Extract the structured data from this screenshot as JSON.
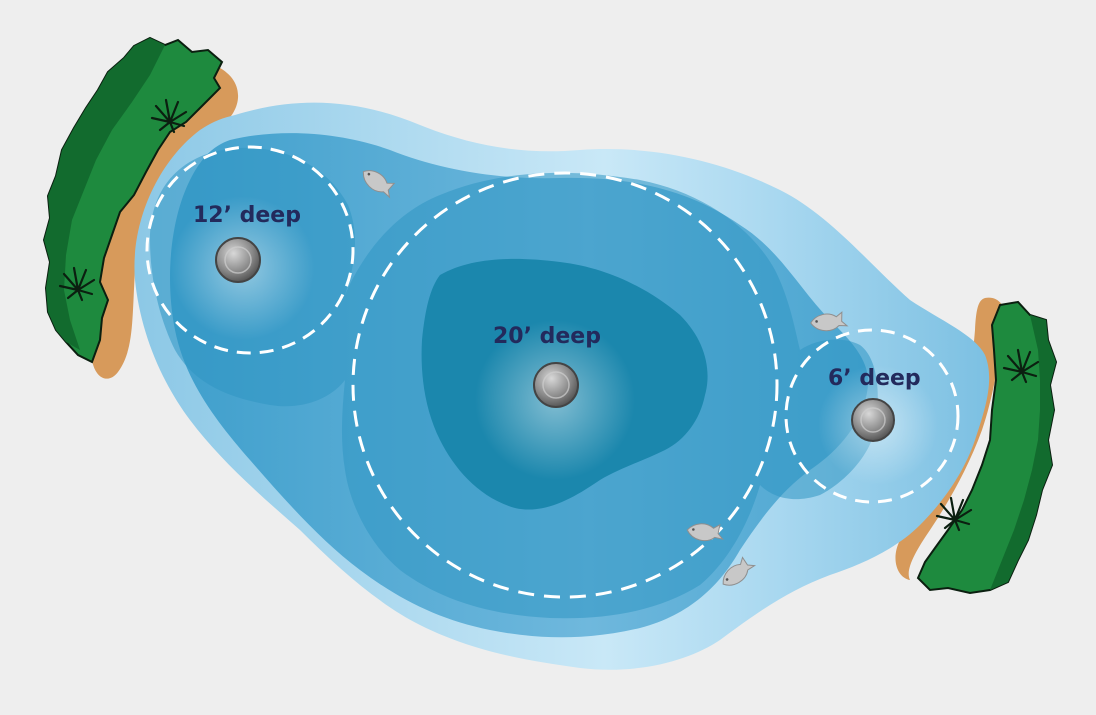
{
  "diagram": {
    "background": "#eeeeee",
    "colors": {
      "water_shallow": "#bfe3f4",
      "water_mid": "#5fb3d8",
      "water_deep": "#3a9cc9",
      "water_deepest": "#1b87ad",
      "label": "#232a5c",
      "grass": "#1e8a3e",
      "grass_dark": "#0f5e26",
      "sand": "#d79a5b",
      "aerator": "#7b7b7b"
    },
    "zones": [
      {
        "id": "zone-12",
        "label": "12’ deep",
        "icon": "aerator-diffuser-icon"
      },
      {
        "id": "zone-20",
        "label": "20’ deep",
        "icon": "aerator-diffuser-icon"
      },
      {
        "id": "zone-6",
        "label": "6’ deep",
        "icon": "aerator-diffuser-icon"
      }
    ],
    "fish_icon": "fish-icon",
    "plant_icon": "cattail-plant-icon",
    "shore_icon": "grassy-shoreline"
  }
}
